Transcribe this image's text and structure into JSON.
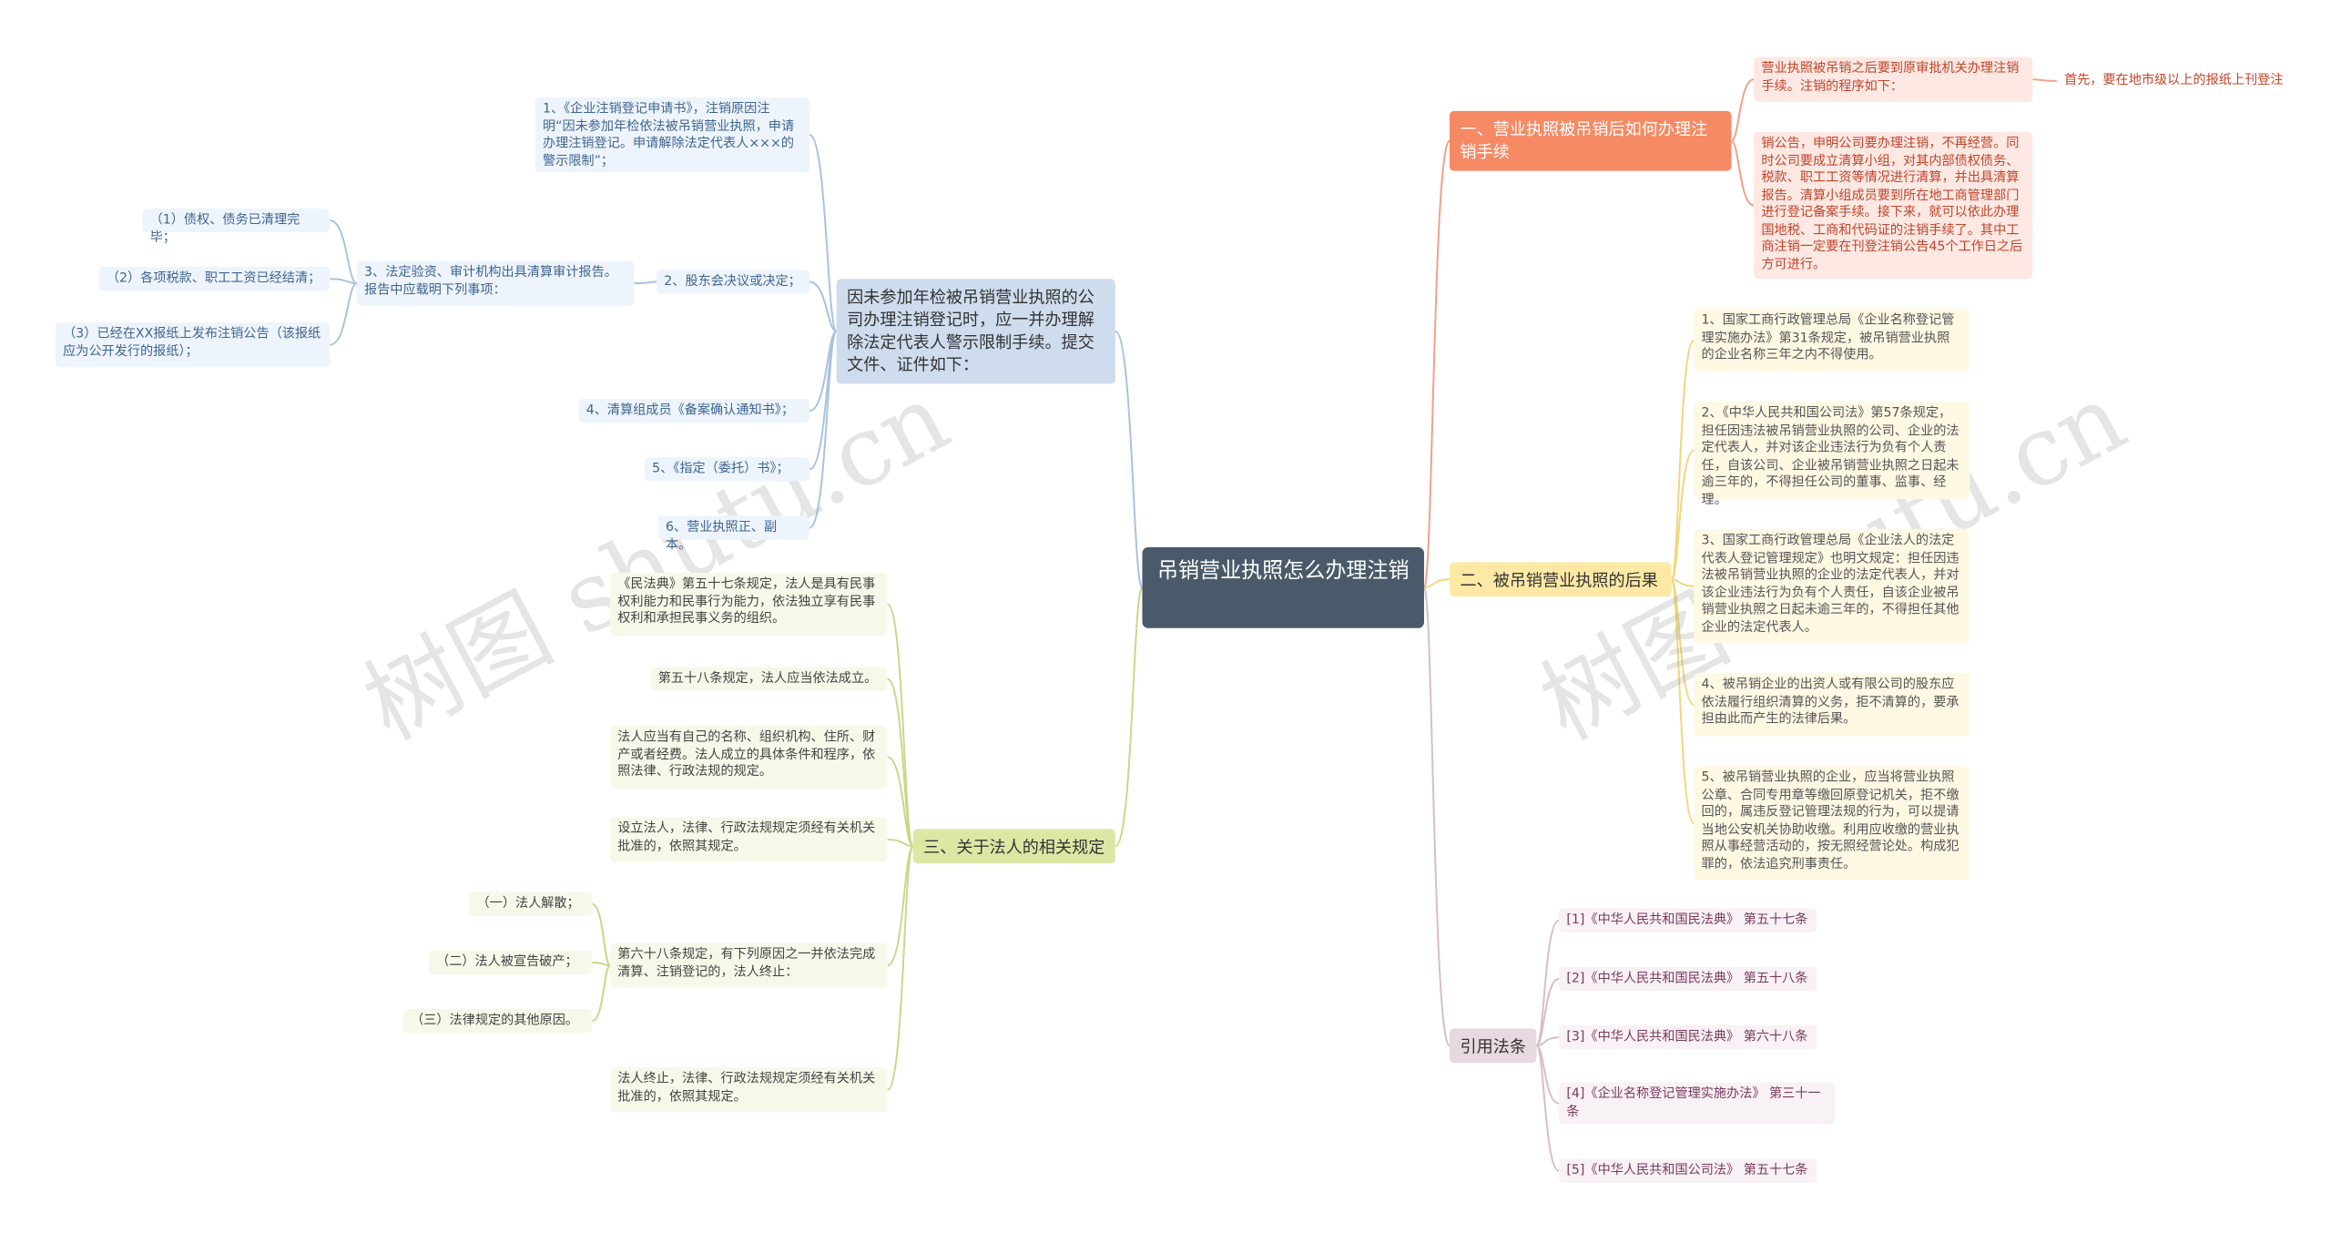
{
  "root": "吊销营业执照怎么办理注销",
  "left_top_branch": {
    "label": "因未参加年检被吊销营业执照的公司办理注销登记时，应一并办理解除法定代表人警示限制手续。提交文件、证件如下：",
    "items": [
      "1、《企业注销登记申请书》，注销原因注明“因未参加年检依法被吊销营业执照，申请办理注销登记。申请解除法定代表人×××的警示限制”；",
      "2、股东会决议或决定；",
      "4、清算组成员《备案确认通知书》；",
      "5、《指定（委托）书》；",
      "6、营业执照正、副本。"
    ],
    "sub3": {
      "label": "3、法定验资、审计机构出具清算审计报告。报告中应载明下列事项：",
      "items": [
        "（1）债权、债务已清理完毕；",
        "（2）各项税款、职工工资已经结清；",
        "（3）已经在XX报纸上发布注销公告（该报纸应为公开发行的报纸）；"
      ]
    }
  },
  "left_bottom_branch": {
    "label": "三、关于法人的相关规定",
    "items": [
      "《民法典》第五十七条规定，法人是具有民事权利能力和民事行为能力，依法独立享有民事权利和承担民事义务的组织。",
      "第五十八条规定，法人应当依法成立。",
      "法人应当有自己的名称、组织机构、住所、财产或者经费。法人成立的具体条件和程序，依照法律、行政法规的规定。",
      "设立法人，法律、行政法规规定须经有关机关批准的，依照其规定。",
      "第六十八条规定，有下列原因之一并依法完成清算、注销登记的，法人终止：",
      "法人终止，法律、行政法规规定须经有关机关批准的，依照其规定。"
    ],
    "reasons": [
      "（一）法人解散；",
      "（二）法人被宣告破产；",
      "（三）法律规定的其他原因。"
    ]
  },
  "right_top_branch": {
    "label": "一、营业执照被吊销后如何办理注销手续",
    "items": [
      "营业执照被吊销之后要到原审批机关办理注销手续。注销的程序如下：",
      "销公告，申明公司要办理注销，不再经营。同时公司要成立清算小组，对其内部债权债务、税款、职工工资等情况进行清算，并出具清算报告。清算小组成员要到所在地工商管理部门进行登记备案手续。接下来，就可以依此办理国地税、工商和代码证的注销手续了。其中工商注销一定要在刊登注销公告45个工作日之后方可进行。"
    ],
    "extra": "首先，要在地市级以上的报纸上刊登注"
  },
  "right_mid_branch": {
    "label": "二、被吊销营业执照的后果",
    "items": [
      "1、国家工商行政管理总局《企业名称登记管理实施办法》第31条规定，被吊销营业执照的企业名称三年之内不得使用。",
      "2、《中华人民共和国公司法》第57条规定，担任因违法被吊销营业执照的公司、企业的法定代表人，并对该企业违法行为负有个人责任，自该公司、企业被吊销营业执照之日起未逾三年的，不得担任公司的董事、监事、经理。",
      "3、国家工商行政管理总局《企业法人的法定代表人登记管理规定》也明文规定：担任因违法被吊销营业执照的企业的法定代表人，并对该企业违法行为负有个人责任，自该企业被吊销营业执照之日起未逾三年的，不得担任其他企业的法定代表人。",
      "4、被吊销企业的出资人或有限公司的股东应依法履行组织清算的义务，拒不清算的，要承担由此而产生的法律后果。",
      "5、被吊销营业执照的企业，应当将营业执照公章、合同专用章等缴回原登记机关，拒不缴回的，属违反登记管理法规的行为，可以提请当地公安机关协助收缴。利用应收缴的营业执照从事经营活动的，按无照经营论处。构成犯罪的，依法追究刑事责任。"
    ]
  },
  "right_bottom_branch": {
    "label": "引用法条",
    "items": [
      "[1]《中华人民共和国民法典》 第五十七条",
      "[2]《中华人民共和国民法典》 第五十八条",
      "[3]《中华人民共和国民法典》 第六十八条",
      "[4]《企业名称登记管理实施办法》 第三十一条",
      "[5]《中华人民共和国公司法》 第五十七条"
    ]
  },
  "watermarks": [
    "树图 shutu.cn",
    "树图 shutu.cn"
  ],
  "colors": {
    "root": "#4a5a6a",
    "branch_orange": "#f58a64",
    "branch_yellow": "#fde9a4",
    "branch_green": "#dbe8a4",
    "branch_blue": "#cfdcee",
    "branch_pink": "#e6d9e0"
  }
}
